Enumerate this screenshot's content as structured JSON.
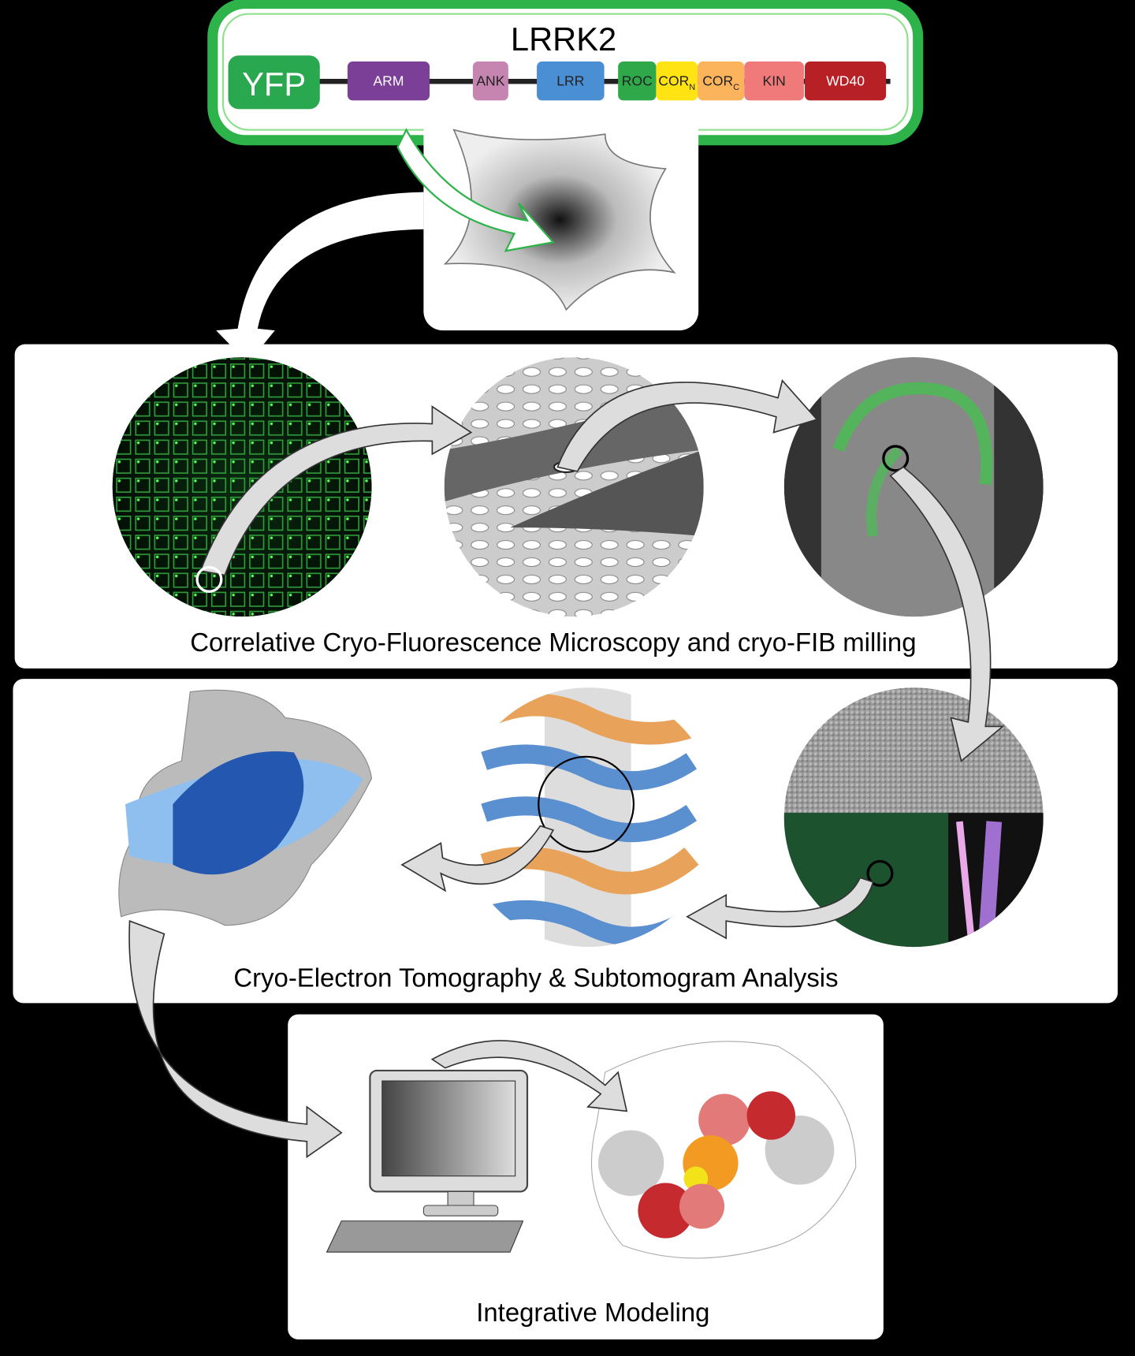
{
  "title": "LRRK2",
  "tag": {
    "label": "YFP",
    "color": "#2aa84f"
  },
  "domains": [
    {
      "label": "ARM",
      "color": "#7b3f98",
      "text_color": "#ffffff"
    },
    {
      "label": "ANK",
      "color": "#c585b0",
      "text_color": "#222222"
    },
    {
      "label": "LRR",
      "color": "#4a8fd4",
      "text_color": "#222222"
    },
    {
      "label": "ROC",
      "color": "#2fa84a",
      "text_color": "#222222"
    },
    {
      "label": "COR",
      "sub": "N",
      "color": "#ffe312",
      "text_color": "#222222"
    },
    {
      "label": "COR",
      "sub": "C",
      "color": "#fbb35c",
      "text_color": "#222222"
    },
    {
      "label": "KIN",
      "color": "#f07a7a",
      "text_color": "#222222"
    },
    {
      "label": "WD40",
      "color": "#b72025",
      "text_color": "#ffffff"
    }
  ],
  "panels": {
    "clem": "Correlative Cryo-Fluorescence Microscopy and cryo-FIB milling",
    "cryoet": "Cryo-Electron Tomography & Subtomogram Analysis",
    "modeling": "Integrative Modeling"
  },
  "colors": {
    "frame_green": "#2db34a",
    "background": "#000000",
    "panel": "#ffffff"
  }
}
